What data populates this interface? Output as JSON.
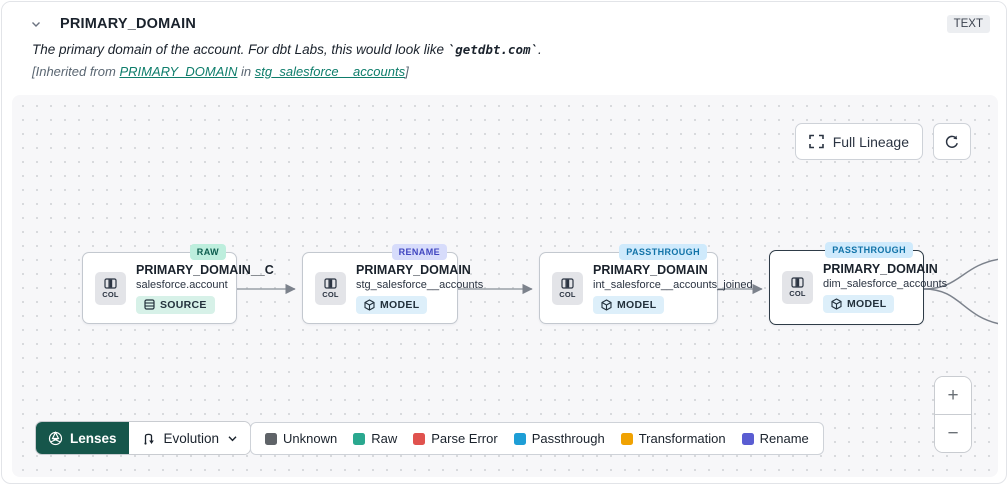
{
  "header": {
    "title": "PRIMARY_DOMAIN",
    "type_badge": "TEXT",
    "description_prefix": "The primary domain of the account. For dbt Labs, this would look like ",
    "description_code": "`getdbt.com`",
    "description_suffix": ".",
    "inherited_prefix": "[Inherited from ",
    "inherited_link_column": "PRIMARY_DOMAIN",
    "inherited_middle": " in ",
    "inherited_link_model": "stg_salesforce__accounts",
    "inherited_suffix": "]"
  },
  "toolbar": {
    "full_lineage_label": "Full Lineage"
  },
  "nodes": [
    {
      "badge": "RAW",
      "kind": "raw",
      "title": "PRIMARY_DOMAIN__C",
      "subtitle": "salesforce.account",
      "col_label": "COL",
      "type": "SOURCE",
      "type_kind": "source"
    },
    {
      "badge": "RENAME",
      "kind": "rename",
      "title": "PRIMARY_DOMAIN",
      "subtitle": "stg_salesforce__accounts",
      "col_label": "COL",
      "type": "MODEL",
      "type_kind": "model"
    },
    {
      "badge": "PASSTHROUGH",
      "kind": "passthrough",
      "title": "PRIMARY_DOMAIN",
      "subtitle": "int_salesforce__accounts_joined",
      "col_label": "COL",
      "type": "MODEL",
      "type_kind": "model"
    },
    {
      "badge": "PASSTHROUGH",
      "kind": "passthrough",
      "title": "PRIMARY_DOMAIN",
      "subtitle": "dim_salesforce_accounts",
      "col_label": "COL",
      "type": "MODEL",
      "type_kind": "model"
    }
  ],
  "footer": {
    "lenses_label": "Lenses",
    "lens_selected": "Evolution"
  },
  "legend": {
    "items": [
      {
        "label": "Unknown",
        "color": "#5f6368"
      },
      {
        "label": "Raw",
        "color": "#2aa88f"
      },
      {
        "label": "Parse Error",
        "color": "#e0524e"
      },
      {
        "label": "Passthrough",
        "color": "#1e9ed6"
      },
      {
        "label": "Transformation",
        "color": "#f0a202"
      },
      {
        "label": "Rename",
        "color": "#5a5dd2"
      }
    ]
  },
  "zoom": {
    "in": "+",
    "out": "−"
  },
  "colors": {
    "link_teal": "#0e7d6b",
    "lenses_button_bg": "#16564b",
    "badge_raw_bg": "#bdeedd",
    "badge_rename_bg": "#d7dcfb",
    "badge_passthrough_bg": "#cfeafc",
    "canvas_bg": "#f7f7f9"
  }
}
